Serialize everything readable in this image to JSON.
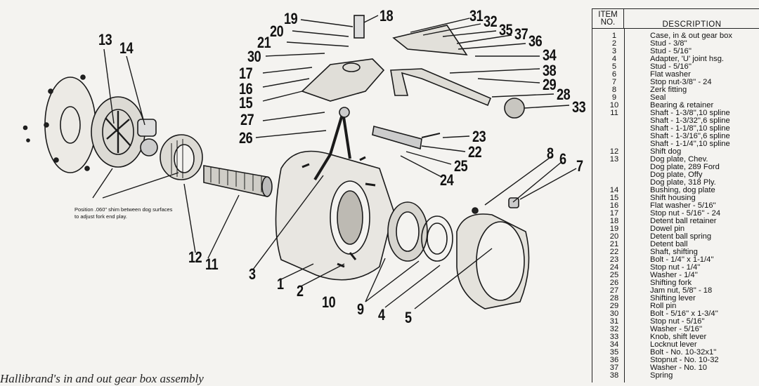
{
  "table": {
    "header_item": "ITEM",
    "header_no": "NO.",
    "header_desc": "DESCRIPTION",
    "rows": [
      {
        "no": "1",
        "desc": "Case, in & out gear box"
      },
      {
        "no": "2",
        "desc": "Stud - 3/8''"
      },
      {
        "no": "3",
        "desc": "Stud - 5/16''"
      },
      {
        "no": "4",
        "desc": "Adapter, 'U' joint hsg."
      },
      {
        "no": "5",
        "desc": "Stud - 5/16''"
      },
      {
        "no": "6",
        "desc": "Flat washer"
      },
      {
        "no": "7",
        "desc": "Stop nut-3/8'' - 24"
      },
      {
        "no": "8",
        "desc": "Zerk fitting"
      },
      {
        "no": "9",
        "desc": "Seal"
      },
      {
        "no": "10",
        "desc": "Bearing & retainer"
      },
      {
        "no": "11",
        "desc": "Shaft - 1-3/8'',10 spline"
      },
      {
        "no": "",
        "desc": "Shaft - 1-3/32'',6 spline"
      },
      {
        "no": "",
        "desc": "Shaft - 1-1/8'',10 spline"
      },
      {
        "no": "",
        "desc": "Shaft - 1-3/16'',6 spline"
      },
      {
        "no": "",
        "desc": "Shaft - 1-1/4'',10 spline"
      },
      {
        "no": "12",
        "desc": "Shift dog"
      },
      {
        "no": "13",
        "desc": "Dog plate, Chev."
      },
      {
        "no": "",
        "desc": "Dog plate, 289 Ford"
      },
      {
        "no": "",
        "desc": "Dog plate, Offy"
      },
      {
        "no": "",
        "desc": "Dog plate, 318 Ply."
      },
      {
        "no": "14",
        "desc": "Bushing, dog plate"
      },
      {
        "no": "15",
        "desc": "Shift housing"
      },
      {
        "no": "16",
        "desc": "Flat washer - 5/16''"
      },
      {
        "no": "17",
        "desc": "Stop nut - 5/16'' - 24"
      },
      {
        "no": "18",
        "desc": "Detent ball retainer"
      },
      {
        "no": "19",
        "desc": "Dowel pin"
      },
      {
        "no": "20",
        "desc": "Detent ball spring"
      },
      {
        "no": "21",
        "desc": "Detent ball"
      },
      {
        "no": "22",
        "desc": "Shaft, shifting"
      },
      {
        "no": "23",
        "desc": "Bolt - 1/4'' x 1-1/4''"
      },
      {
        "no": "24",
        "desc": "Stop nut - 1/4''"
      },
      {
        "no": "25",
        "desc": "Washer - 1/4''"
      },
      {
        "no": "26",
        "desc": "Shifting fork"
      },
      {
        "no": "27",
        "desc": "Jam nut, 5/8'' - 18"
      },
      {
        "no": "28",
        "desc": "Shifting lever"
      },
      {
        "no": "29",
        "desc": "Roll pin"
      },
      {
        "no": "30",
        "desc": "Bolt - 5/16'' x 1-3/4''"
      },
      {
        "no": "31",
        "desc": "Stop nut - 5/16''"
      },
      {
        "no": "32",
        "desc": "Washer - 5/16''"
      },
      {
        "no": "33",
        "desc": "Knob, shift lever"
      },
      {
        "no": "34",
        "desc": "Locknut lever"
      },
      {
        "no": "35",
        "desc": "Bolt - No. 10-32x1''"
      },
      {
        "no": "36",
        "desc": "Stopnut - No. 10-32"
      },
      {
        "no": "37",
        "desc": "Washer - No. 10"
      },
      {
        "no": "38",
        "desc": "Spring"
      }
    ]
  },
  "diagram": {
    "note": "Position .060\" shim between dog surfaces to adjust fork end play.",
    "callouts": [
      "1",
      "2",
      "3",
      "4",
      "5",
      "6",
      "7",
      "8",
      "9",
      "10",
      "11",
      "12",
      "13",
      "14",
      "15",
      "16",
      "17",
      "18",
      "19",
      "20",
      "21",
      "22",
      "23",
      "24",
      "25",
      "26",
      "27",
      "28",
      "29",
      "30",
      "31",
      "32",
      "33",
      "34",
      "35",
      "36",
      "37",
      "38"
    ]
  },
  "footer": {
    "text": "Hallibrand's in and out gear box assembly"
  }
}
